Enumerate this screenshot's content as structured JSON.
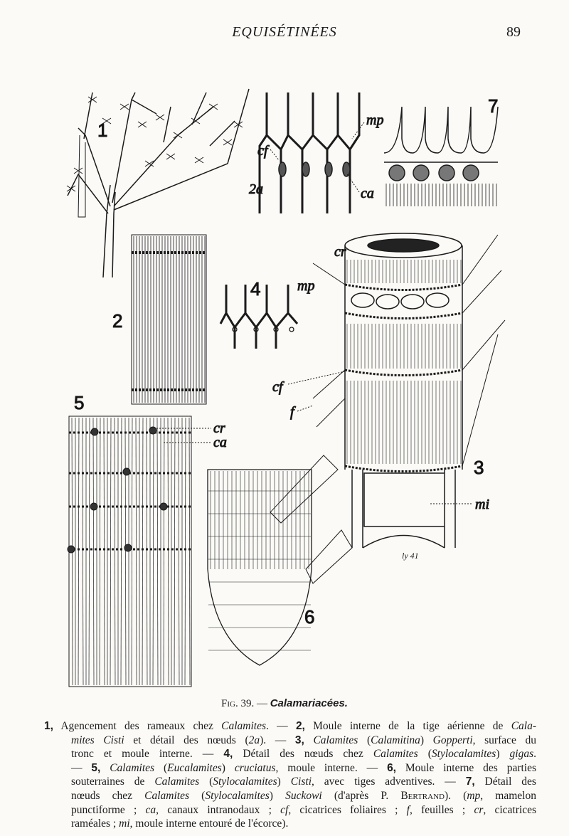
{
  "header": {
    "title": "EQUISÉTINÉES",
    "page_number": "89"
  },
  "figure": {
    "labels": {
      "fig1": "1",
      "fig2a": "2a",
      "mp_top": "mp",
      "cf_top": "cf",
      "ca_top": "ca",
      "fig7": "7",
      "fig2": "2",
      "fig4": "4",
      "mp_mid": "mp",
      "cr_fig3": "cr",
      "cf_fig3": "cf",
      "f_fig3": "f",
      "fig5": "5",
      "cr_fig5": "cr",
      "ca_fig5": "ca",
      "fig3": "3",
      "mi_fig3": "mi",
      "fig6": "6",
      "signature": "ly 41"
    },
    "caption_prefix": "Fig. 39. — ",
    "caption_title": "Calamariacées."
  },
  "legend": {
    "lines": [
      [
        {
          "t": "1,",
          "s": "b"
        },
        {
          "t": " Agencement des rameaux chez ",
          "s": ""
        },
        {
          "t": "Calamites",
          "s": "i"
        },
        {
          "t": ". — ",
          "s": ""
        },
        {
          "t": "2,",
          "s": "b"
        },
        {
          "t": " Moule interne de la tige aérienne de ",
          "s": ""
        },
        {
          "t": "Cala-",
          "s": "i"
        }
      ],
      [
        {
          "t": "mites Cisti",
          "s": "i"
        },
        {
          "t": " et détail des nœuds (",
          "s": ""
        },
        {
          "t": "2a",
          "s": "i"
        },
        {
          "t": "). — ",
          "s": ""
        },
        {
          "t": "3,",
          "s": "b"
        },
        {
          "t": " ",
          "s": ""
        },
        {
          "t": "Calamites",
          "s": "i"
        },
        {
          "t": " (",
          "s": ""
        },
        {
          "t": "Calamitina",
          "s": "i"
        },
        {
          "t": ") ",
          "s": ""
        },
        {
          "t": "Gopperti",
          "s": "i"
        },
        {
          "t": ", surface du",
          "s": ""
        }
      ],
      [
        {
          "t": "tronc et moule interne. — ",
          "s": ""
        },
        {
          "t": "4,",
          "s": "b"
        },
        {
          "t": " Détail des nœuds chez ",
          "s": ""
        },
        {
          "t": "Calamites",
          "s": "i"
        },
        {
          "t": " (",
          "s": ""
        },
        {
          "t": "Stylocalamites",
          "s": "i"
        },
        {
          "t": ") ",
          "s": ""
        },
        {
          "t": "gigas",
          "s": "i"
        },
        {
          "t": ".",
          "s": ""
        }
      ],
      [
        {
          "t": "— ",
          "s": ""
        },
        {
          "t": "5,",
          "s": "b"
        },
        {
          "t": " ",
          "s": ""
        },
        {
          "t": "Calamites",
          "s": "i"
        },
        {
          "t": " (",
          "s": ""
        },
        {
          "t": "Eucalamites",
          "s": "i"
        },
        {
          "t": ") ",
          "s": ""
        },
        {
          "t": "cruciatus",
          "s": "i"
        },
        {
          "t": ", moule interne. — ",
          "s": ""
        },
        {
          "t": "6,",
          "s": "b"
        },
        {
          "t": " Moule interne des parties",
          "s": ""
        }
      ],
      [
        {
          "t": "souterraines de ",
          "s": ""
        },
        {
          "t": "Calamites",
          "s": "i"
        },
        {
          "t": " (",
          "s": ""
        },
        {
          "t": "Stylocalamites",
          "s": "i"
        },
        {
          "t": ") ",
          "s": ""
        },
        {
          "t": "Cisti",
          "s": "i"
        },
        {
          "t": ", avec tiges adventives. — ",
          "s": ""
        },
        {
          "t": "7,",
          "s": "b"
        },
        {
          "t": " Détail des",
          "s": ""
        }
      ],
      [
        {
          "t": "nœuds chez ",
          "s": ""
        },
        {
          "t": "Calamites",
          "s": "i"
        },
        {
          "t": " (",
          "s": ""
        },
        {
          "t": "Stylocalamites",
          "s": "i"
        },
        {
          "t": ") ",
          "s": ""
        },
        {
          "t": "Suckowi",
          "s": "i"
        },
        {
          "t": " (d'après P. ",
          "s": ""
        },
        {
          "t": "Bertrand",
          "s": "sc"
        },
        {
          "t": "). (",
          "s": ""
        },
        {
          "t": "mp",
          "s": "i"
        },
        {
          "t": ", mamelon",
          "s": ""
        }
      ],
      [
        {
          "t": "punctiforme ; ",
          "s": ""
        },
        {
          "t": "ca",
          "s": "i"
        },
        {
          "t": ", canaux intranodaux ; ",
          "s": ""
        },
        {
          "t": "cf",
          "s": "i"
        },
        {
          "t": ", cicatrices foliaires ; ",
          "s": ""
        },
        {
          "t": "f",
          "s": "i"
        },
        {
          "t": ", feuilles ; ",
          "s": ""
        },
        {
          "t": "cr",
          "s": "i"
        },
        {
          "t": ", cicatrices",
          "s": ""
        }
      ],
      [
        {
          "t": "raméales ; ",
          "s": ""
        },
        {
          "t": "mi",
          "s": "i"
        },
        {
          "t": ", moule interne entouré de l'écorce).",
          "s": ""
        }
      ]
    ]
  }
}
